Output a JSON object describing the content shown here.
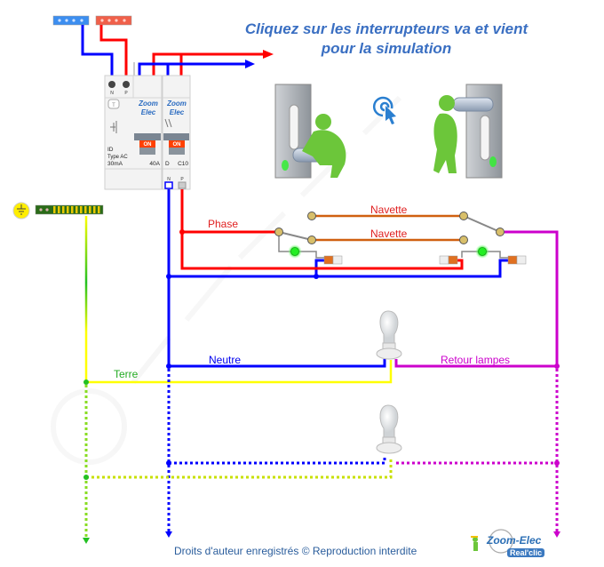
{
  "header": {
    "instruction_line1": "Cliquez sur les interrupteurs va et vient",
    "instruction_line2": "pour la simulation"
  },
  "breakers": {
    "differential": {
      "brand_line1": "Zoom",
      "brand_line2": "Elec",
      "test_button": "T",
      "terminal_n": "N",
      "terminal_p": "P",
      "type_id": "ID",
      "type_ac": "Type AC",
      "sensitivity": "30mA",
      "rating": "40A",
      "switch_state": "ON"
    },
    "circuit_breaker": {
      "brand_line1": "Zoom",
      "brand_line2": "Elec",
      "curve": "D",
      "rating": "C10",
      "terminal_n": "N",
      "terminal_p": "P",
      "switch_state": "ON"
    }
  },
  "wires": {
    "phase": "Phase",
    "navette_1": "Navette",
    "navette_2": "Navette",
    "neutre": "Neutre",
    "terre": "Terre",
    "retour": "Retour lampes"
  },
  "colors": {
    "phase": "#ff0000",
    "neutral": "#0000ff",
    "earth_green": "#22c022",
    "earth_yellow": "#ffff00",
    "navette": "#d06010",
    "return": "#cc00cc",
    "title": "#3a6fc2"
  },
  "icons": {
    "click": "click-cursor-icon",
    "earth": "earth-ground-icon"
  },
  "switches": {
    "left_state": "down",
    "right_state": "up"
  },
  "footer": {
    "copyright": "Droits d'auteur enregistrés © Reproduction interdite",
    "logo_name": "Zoom-Elec",
    "logo_tagline": "Real'clic"
  }
}
